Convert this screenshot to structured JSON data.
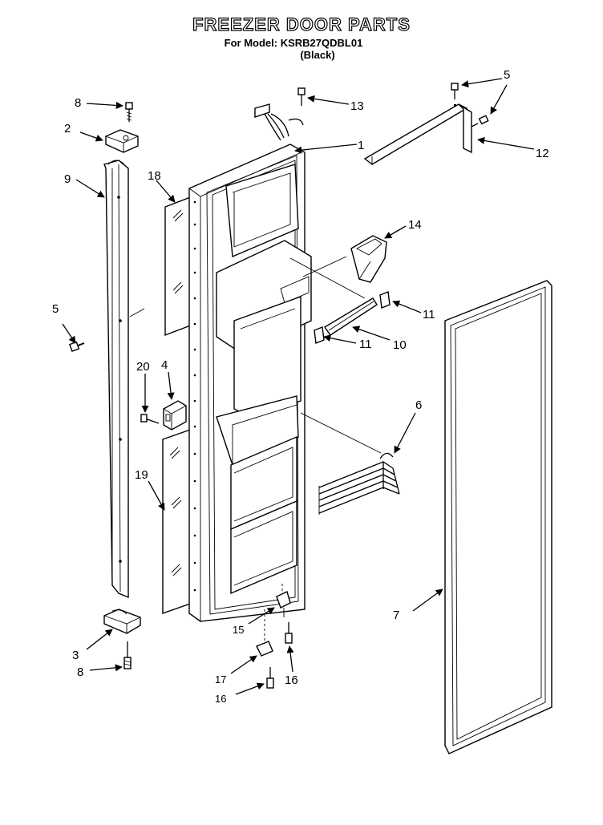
{
  "header": {
    "title": "FREEZER DOOR PARTS",
    "model_line": "For Model: KSRB27QDBL01",
    "color_line": "(Black)"
  },
  "callouts": [
    {
      "id": "1",
      "text": "1"
    },
    {
      "id": "2",
      "text": "2"
    },
    {
      "id": "3",
      "text": "3"
    },
    {
      "id": "4",
      "text": "4"
    },
    {
      "id": "5a",
      "text": "5"
    },
    {
      "id": "5b",
      "text": "5"
    },
    {
      "id": "6",
      "text": "6"
    },
    {
      "id": "7",
      "text": "7"
    },
    {
      "id": "8a",
      "text": "8"
    },
    {
      "id": "8b",
      "text": "8"
    },
    {
      "id": "9",
      "text": "9"
    },
    {
      "id": "10",
      "text": "10"
    },
    {
      "id": "11a",
      "text": "11"
    },
    {
      "id": "11b",
      "text": "11"
    },
    {
      "id": "12",
      "text": "12"
    },
    {
      "id": "13",
      "text": "13"
    },
    {
      "id": "14",
      "text": "14"
    },
    {
      "id": "15",
      "text": "15"
    },
    {
      "id": "16a",
      "text": "16"
    },
    {
      "id": "16b",
      "text": "16"
    },
    {
      "id": "17",
      "text": "17"
    },
    {
      "id": "18",
      "text": "18"
    },
    {
      "id": "19",
      "text": "19"
    },
    {
      "id": "20",
      "text": "20"
    }
  ]
}
